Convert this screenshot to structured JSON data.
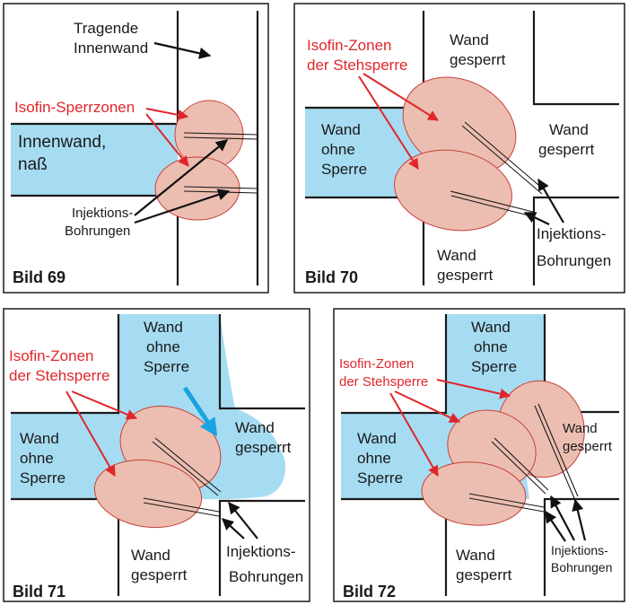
{
  "panel69": {
    "caption": "Bild 69",
    "label_wall": "Tragende Innenwand",
    "label_wall_line1": "Tragende",
    "label_wall_line2": "Innenwand",
    "label_zones": "Isofin-Sperrzonen",
    "label_wet_line1": "Innenwand,",
    "label_wet_line2": "naß",
    "label_inj_line1": "Injektions-",
    "label_inj_line2": "Bohrungen"
  },
  "panel70": {
    "caption": "Bild 70",
    "label_zones_line1": "Isofin-Zonen",
    "label_zones_line2": "der Stehsperre",
    "label_top_line1": "Wand",
    "label_top_line2": "gesperrt",
    "label_right_line1": "Wand",
    "label_right_line2": "gesperrt",
    "label_left_line1": "Wand",
    "label_left_line2": "ohne",
    "label_left_line3": "Sperre",
    "label_bottom_line1": "Wand",
    "label_bottom_line2": "gesperrt",
    "label_inj_line1": "Injektions-",
    "label_inj_line2": "Bohrungen"
  },
  "panel71": {
    "caption": "Bild 71",
    "label_top_line1": "Wand",
    "label_top_line2": "ohne",
    "label_top_line3": "Sperre",
    "label_zones_line1": "Isofin-Zonen",
    "label_zones_line2": "der Stehsperre",
    "label_left_line1": "Wand",
    "label_left_line2": "ohne",
    "label_left_line3": "Sperre",
    "label_right_line1": "Wand",
    "label_right_line2": "gesperrt",
    "label_bottom_line1": "Wand",
    "label_bottom_line2": "gesperrt",
    "label_inj_line1": "Injektions-",
    "label_inj_line2": "Bohrungen"
  },
  "panel72": {
    "caption": "Bild 72",
    "label_top_line1": "Wand",
    "label_top_line2": "ohne",
    "label_top_line3": "Sperre",
    "label_zones_line1": "Isofin-Zonen",
    "label_zones_line2": "der Stehsperre",
    "label_left_line1": "Wand",
    "label_left_line2": "ohne",
    "label_left_line3": "Sperre",
    "label_right_line1": "Wand",
    "label_right_line2": "gesperrt",
    "label_bottom_line1": "Wand",
    "label_bottom_line2": "gesperrt",
    "label_inj_line1": "Injektions-",
    "label_inj_line2": "Bohrungen"
  },
  "colors": {
    "water": "#a6dcf2",
    "zone_fill": "#ecbeb1",
    "zone_stroke": "#c8403a",
    "label_red": "#e0262b",
    "flow_arrow": "#1aa3e0"
  }
}
